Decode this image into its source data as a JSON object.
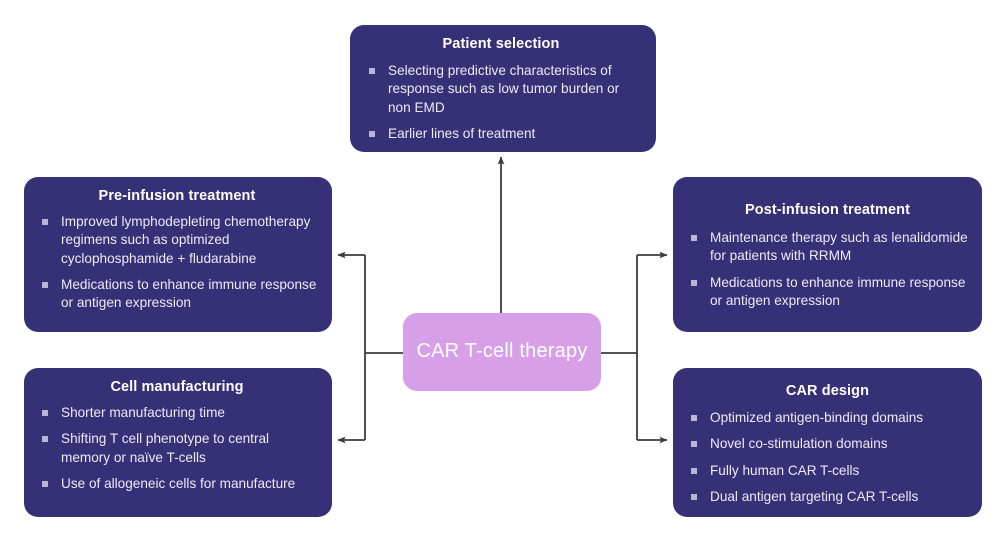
{
  "diagram": {
    "type": "hub-and-spoke flow diagram",
    "center": {
      "label": "CAR T-cell therapy",
      "color": "#d79fe8",
      "text_color": "#ffffff"
    },
    "node_color": "#363077",
    "node_text_color": "#eceaf6",
    "bullet_color": "#b9b5d6",
    "connector_color": "#3c3c3c",
    "nodes": [
      {
        "id": "patient-selection",
        "title": "Patient selection",
        "bullets": [
          "Selecting predictive characteristics of response such as low tumor burden or non EMD",
          "Earlier lines of treatment"
        ]
      },
      {
        "id": "pre-infusion",
        "title": "Pre-infusion treatment",
        "bullets": [
          "Improved lymphodepleting chemotherapy regimens such as optimized cyclophosphamide + fludarabine",
          "Medications to enhance immune response or antigen expression"
        ]
      },
      {
        "id": "cell-manufacturing",
        "title": "Cell manufacturing",
        "bullets": [
          "Shorter manufacturing time",
          "Shifting T cell phenotype to central memory or naïve T-cells",
          "Use of allogeneic cells for manufacture"
        ]
      },
      {
        "id": "post-infusion",
        "title": "Post-infusion treatment",
        "bullets": [
          "Maintenance therapy such as lenalidomide for patients with RRMM",
          "Medications to enhance immune response or antigen expression"
        ]
      },
      {
        "id": "car-design",
        "title": "CAR design",
        "bullets": [
          "Optimized antigen-binding domains",
          "Novel co-stimulation domains",
          "Fully human CAR T-cells",
          "Dual antigen targeting CAR T-cells"
        ]
      }
    ]
  }
}
